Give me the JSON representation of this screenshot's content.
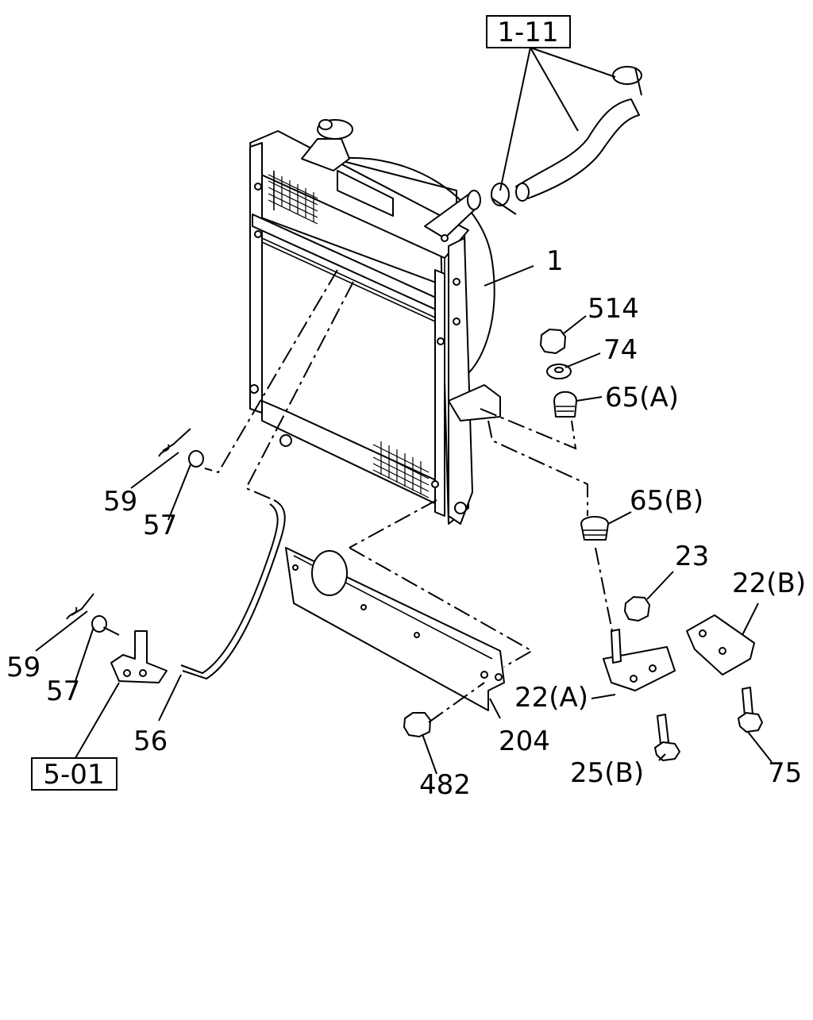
{
  "labels": {
    "ref_1_11": "1-11",
    "ref_5_01": "5-01",
    "p1": "1",
    "p514": "514",
    "p74": "74",
    "p65a": "65(A)",
    "p65b": "65(B)",
    "p23": "23",
    "p22b": "22(B)",
    "p22a": "22(A)",
    "p75": "75",
    "p25b": "25(B)",
    "p204": "204",
    "p482": "482",
    "p56": "56",
    "p59_top": "59",
    "p57_top": "57",
    "p59_bottom": "59",
    "p57_bottom": "57"
  }
}
